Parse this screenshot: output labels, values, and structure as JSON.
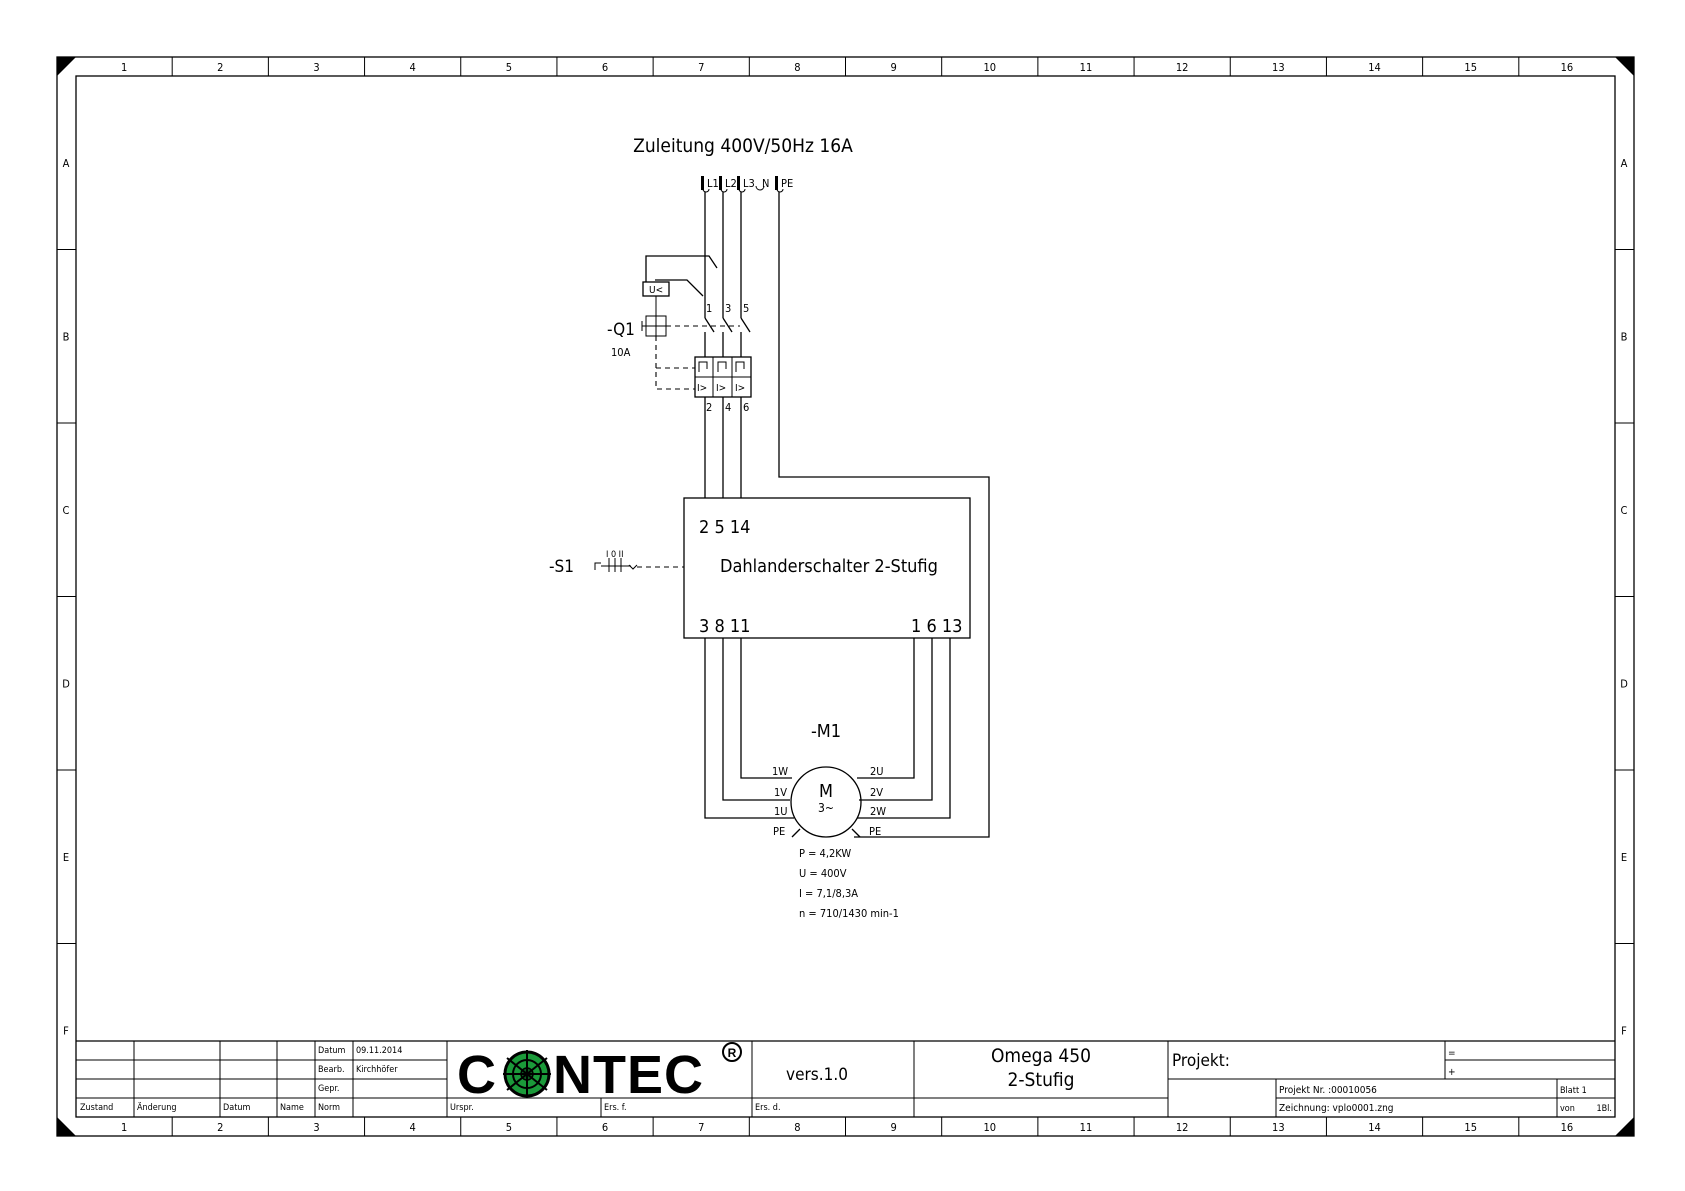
{
  "frame": {
    "columns": [
      "1",
      "2",
      "3",
      "4",
      "5",
      "6",
      "7",
      "8",
      "9",
      "10",
      "11",
      "12",
      "13",
      "14",
      "15",
      "16"
    ],
    "rows": [
      "A",
      "B",
      "C",
      "D",
      "E",
      "F"
    ]
  },
  "diagram": {
    "supply_title": "Zuleitung 400V/50Hz 16A",
    "terminals": [
      "L1",
      "L2",
      "L3",
      "N",
      "PE"
    ],
    "breaker": {
      "tag": "-Q1",
      "rating": "10A",
      "trip_label": "U<",
      "overcurrent_label": "I>",
      "top_pins": [
        "1",
        "3",
        "5"
      ],
      "bottom_pins": [
        "2",
        "4",
        "6"
      ]
    },
    "switch": {
      "tag": "-S1",
      "symbol_label": "I 0 II",
      "box_label": "Dahlanderschalter 2-Stufig",
      "top_pins": "2 5 14",
      "bottom_left_pins": "3 8 11",
      "bottom_right_pins": "1 6 13"
    },
    "motor": {
      "tag": "-M1",
      "symbol": "M",
      "phase": "3~",
      "left_terminals": [
        "1W",
        "1V",
        "1U",
        "PE"
      ],
      "right_terminals": [
        "2U",
        "2V",
        "2W",
        "PE"
      ],
      "specs": [
        "P = 4,2KW",
        "U = 400V",
        "I = 7,1/8,3A",
        "n = 710/1430 min-1"
      ]
    }
  },
  "title_block": {
    "datum_label": "Datum",
    "datum_value": "09.11.2014",
    "bearb_label": "Bearb.",
    "bearb_value": "Kirchhöfer",
    "gepr_label": "Gepr.",
    "norm_label": "Norm",
    "zustand": "Zustand",
    "aenderung": "Änderung",
    "datum_col": "Datum",
    "name_col": "Name",
    "urspr": "Urspr.",
    "ers_f": "Ers. f.",
    "ers_d": "Ers. d.",
    "logo": "CONTEC",
    "version": "vers.1.0",
    "title_line1": "Omega 450",
    "title_line2": "2-Stufig",
    "projekt_label": "Projekt:",
    "eq_sign": "=",
    "plus_sign": "+",
    "projekt_nr": "Projekt Nr. :00010056",
    "zeichnung": "Zeichnung:  vplo0001.zng",
    "blatt": "Blatt 1",
    "von": "von",
    "von_value": "1Bl."
  },
  "colors": {
    "logo_green": "#1b9a3a",
    "logo_dark": "#0b5c20"
  }
}
